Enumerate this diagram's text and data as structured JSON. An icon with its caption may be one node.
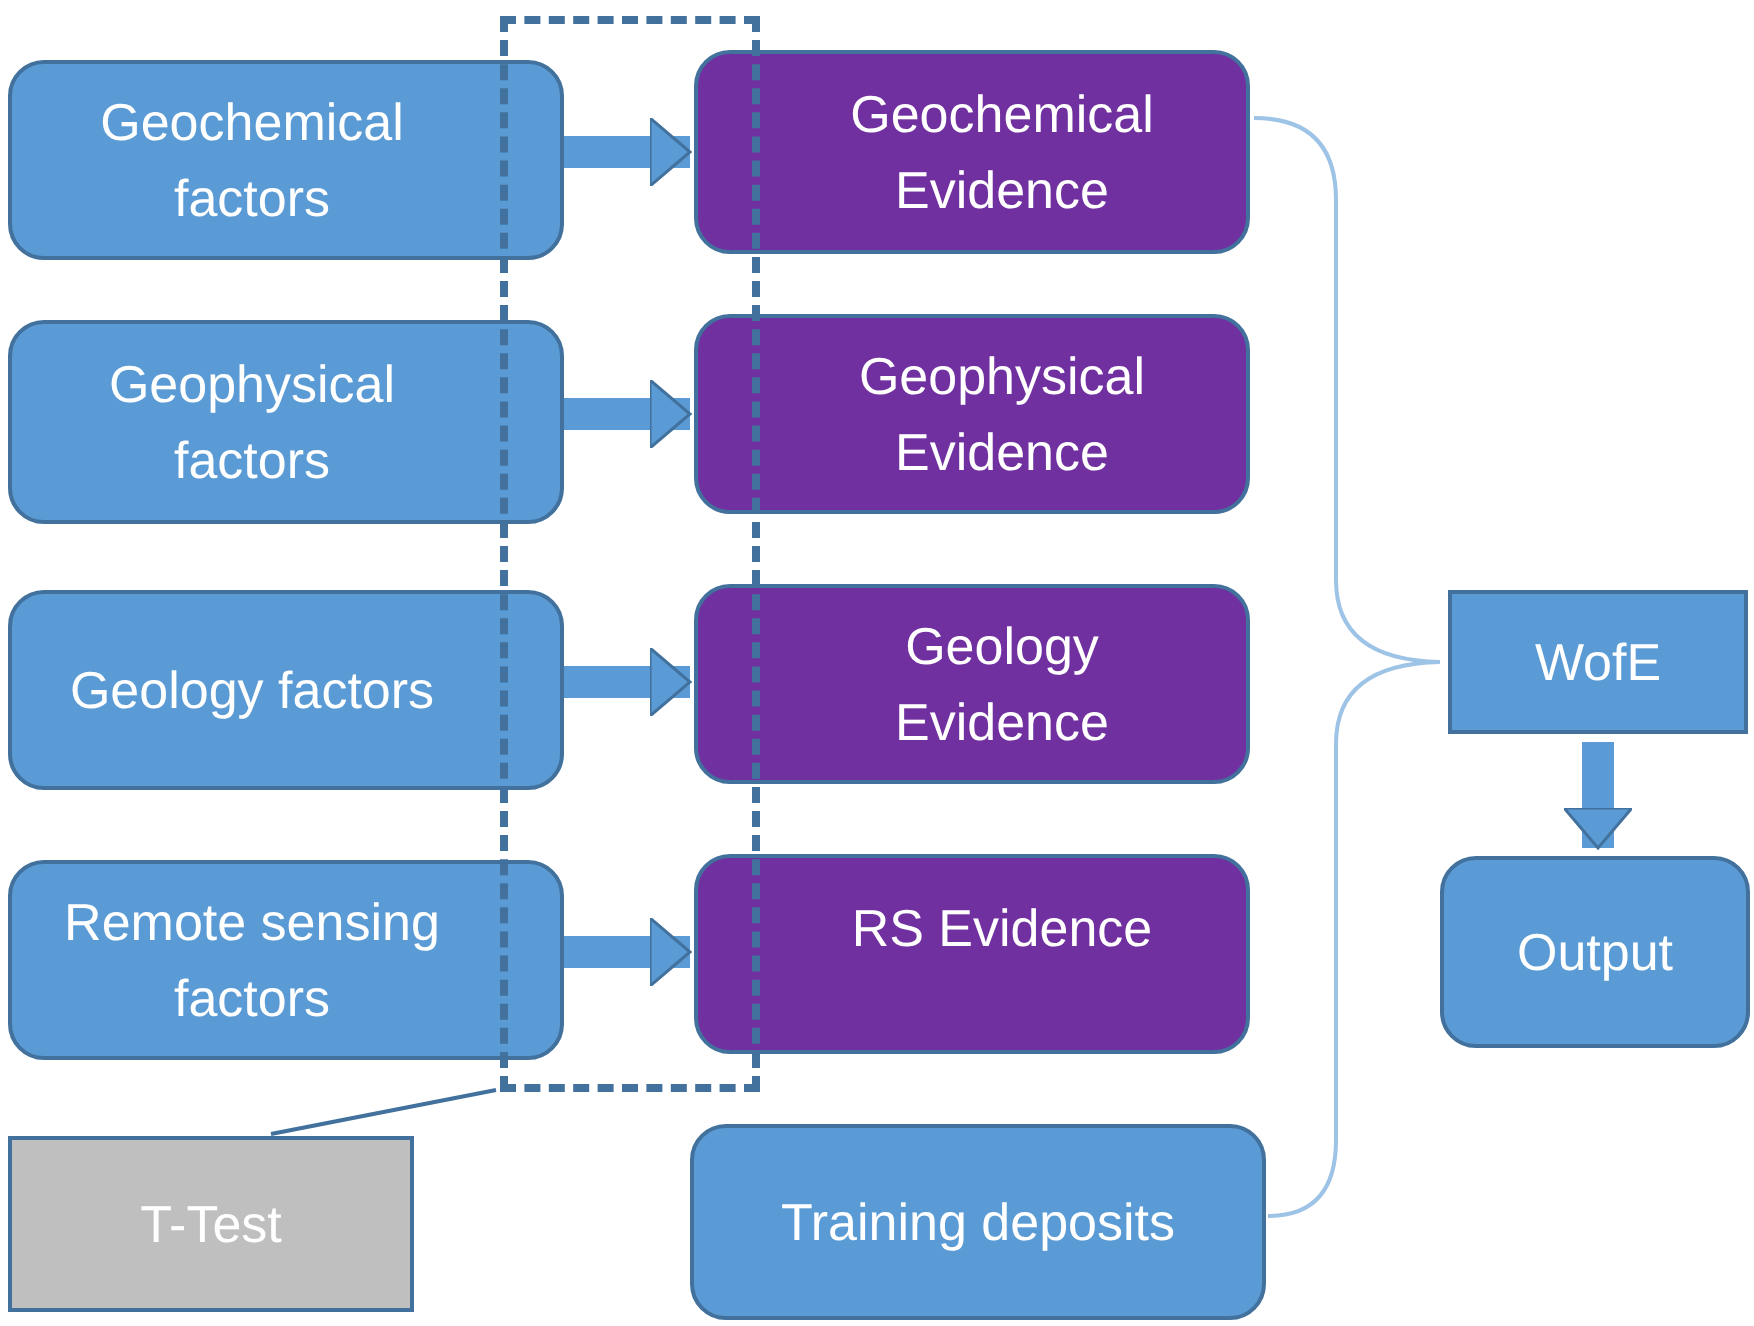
{
  "diagram": {
    "nodes": [
      {
        "text": [
          "Geochemical factors"
        ]
      },
      {
        "text": [
          "Geophysical factors"
        ]
      },
      {
        "text": [
          "Geology factors"
        ]
      },
      {
        "text": [
          "Remote sensing factors"
        ]
      },
      {
        "text": [
          "Geochemical Evidence"
        ]
      },
      {
        "text": [
          "Geophysical Evidence"
        ]
      },
      {
        "text": [
          "Geology Evidence"
        ]
      },
      {
        "text": [
          "RS Evidence"
        ]
      },
      {
        "text": [
          "Training deposits"
        ]
      },
      {
        "text": [
          "WofE"
        ]
      },
      {
        "text": [
          "Output"
        ]
      },
      {
        "text": [
          "T-Test"
        ]
      }
    ],
    "edges": [
      {
        "from": 0,
        "to": 4,
        "arrow": "to"
      },
      {
        "from": 1,
        "to": 5,
        "arrow": "to"
      },
      {
        "from": 2,
        "to": 6,
        "arrow": "to"
      },
      {
        "from": 3,
        "to": 7,
        "arrow": "to"
      },
      {
        "from": 9,
        "to": 10,
        "arrow": "to"
      },
      {
        "from": 11,
        "to": null,
        "arrow": "none"
      }
    ]
  }
}
